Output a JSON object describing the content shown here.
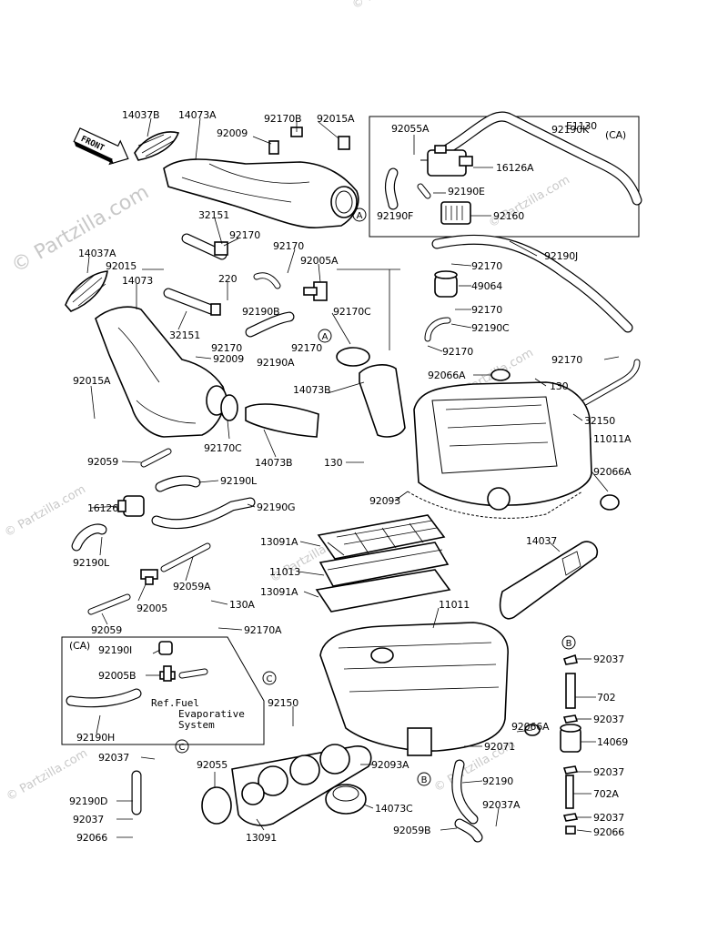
{
  "diagram_code": "E1130",
  "front_label": "FRONT",
  "watermarks": [
    {
      "text": "© Partzilla.com"
    },
    {
      "text": "© Partzilla.com"
    },
    {
      "text": "© Partzilla.com"
    },
    {
      "text": "© Partzilla.com"
    },
    {
      "text": "© Partzilla.com"
    },
    {
      "text": "© Partzilla.com"
    },
    {
      "text": "© Partzilla.com"
    },
    {
      "text": "© Partzilla.com"
    }
  ],
  "callouts": {
    "A": "A",
    "B": "B",
    "C": "C"
  },
  "inset_top": {
    "ca": "(CA)"
  },
  "inset_bottom": {
    "ca": "(CA)",
    "ref_line1": "Ref.Fuel",
    "ref_line2": "Evaporative",
    "ref_line3": "System"
  },
  "part_labels": [
    {
      "id": "p-14037B",
      "text": "14037B"
    },
    {
      "id": "p-14073A",
      "text": "14073A"
    },
    {
      "id": "p-92170B",
      "text": "92170B"
    },
    {
      "id": "p-92015A-top",
      "text": "92015A"
    },
    {
      "id": "p-92009-top",
      "text": "92009"
    },
    {
      "id": "p-E1130",
      "text": "E1130"
    },
    {
      "id": "p-92055A",
      "text": "92055A"
    },
    {
      "id": "p-92190K",
      "text": "92190K"
    },
    {
      "id": "p-16126A",
      "text": "16126A"
    },
    {
      "id": "p-92190E",
      "text": "92190E"
    },
    {
      "id": "p-92190F",
      "text": "92190F"
    },
    {
      "id": "p-92160",
      "text": "92160"
    },
    {
      "id": "p-32151-top",
      "text": "32151"
    },
    {
      "id": "p-92170-a",
      "text": "92170"
    },
    {
      "id": "p-92170-b",
      "text": "92170"
    },
    {
      "id": "p-92005A",
      "text": "92005A"
    },
    {
      "id": "p-14037A",
      "text": "14037A"
    },
    {
      "id": "p-92015",
      "text": "92015"
    },
    {
      "id": "p-14073",
      "text": "14073"
    },
    {
      "id": "p-220",
      "text": "220"
    },
    {
      "id": "p-92190B",
      "text": "92190B"
    },
    {
      "id": "p-32151",
      "text": "32151"
    },
    {
      "id": "p-92170-c",
      "text": "92170"
    },
    {
      "id": "p-92170-d",
      "text": "92170"
    },
    {
      "id": "p-92170C-top",
      "text": "92170C"
    },
    {
      "id": "p-92009",
      "text": "92009"
    },
    {
      "id": "p-92190A",
      "text": "92190A"
    },
    {
      "id": "p-92015A",
      "text": "92015A"
    },
    {
      "id": "p-92170C",
      "text": "92170C"
    },
    {
      "id": "p-14073B-top",
      "text": "14073B"
    },
    {
      "id": "p-14073B",
      "text": "14073B"
    },
    {
      "id": "p-92190J",
      "text": "92190J"
    },
    {
      "id": "p-92170-e",
      "text": "92170"
    },
    {
      "id": "p-49064",
      "text": "49064"
    },
    {
      "id": "p-92170-f",
      "text": "92170"
    },
    {
      "id": "p-92190C",
      "text": "92190C"
    },
    {
      "id": "p-92170-g",
      "text": "92170"
    },
    {
      "id": "p-92170-h",
      "text": "92170"
    },
    {
      "id": "p-92066A-top",
      "text": "92066A"
    },
    {
      "id": "p-130-top",
      "text": "130"
    },
    {
      "id": "p-32150",
      "text": "32150"
    },
    {
      "id": "p-11011A",
      "text": "11011A"
    },
    {
      "id": "p-130",
      "text": "130"
    },
    {
      "id": "p-92066A-right",
      "text": "92066A"
    },
    {
      "id": "p-92059",
      "text": "92059"
    },
    {
      "id": "p-92190L",
      "text": "92190L"
    },
    {
      "id": "p-16126",
      "text": "16126"
    },
    {
      "id": "p-92190G",
      "text": "92190G"
    },
    {
      "id": "p-92093",
      "text": "92093"
    },
    {
      "id": "p-13091A-top",
      "text": "13091A"
    },
    {
      "id": "p-92190L-b",
      "text": "92190L"
    },
    {
      "id": "p-11013",
      "text": "11013"
    },
    {
      "id": "p-14037",
      "text": "14037"
    },
    {
      "id": "p-92059A",
      "text": "92059A"
    },
    {
      "id": "p-13091A",
      "text": "13091A"
    },
    {
      "id": "p-92005",
      "text": "92005"
    },
    {
      "id": "p-130A",
      "text": "130A"
    },
    {
      "id": "p-92059-b",
      "text": "92059"
    },
    {
      "id": "p-92170A",
      "text": "92170A"
    },
    {
      "id": "p-11011",
      "text": "11011"
    },
    {
      "id": "p-92190I",
      "text": "92190I"
    },
    {
      "id": "p-92037-r1",
      "text": "92037"
    },
    {
      "id": "p-92005B",
      "text": "92005B"
    },
    {
      "id": "p-702",
      "text": "702"
    },
    {
      "id": "p-92150",
      "text": "92150"
    },
    {
      "id": "p-92066A-mid",
      "text": "92066A"
    },
    {
      "id": "p-92037-r2",
      "text": "92037"
    },
    {
      "id": "p-92190H",
      "text": "92190H"
    },
    {
      "id": "p-14069",
      "text": "14069"
    },
    {
      "id": "p-92071",
      "text": "92071"
    },
    {
      "id": "p-92037-l1",
      "text": "92037"
    },
    {
      "id": "p-92055",
      "text": "92055"
    },
    {
      "id": "p-92093A",
      "text": "92093A"
    },
    {
      "id": "p-92037-r3",
      "text": "92037"
    },
    {
      "id": "p-92190",
      "text": "92190"
    },
    {
      "id": "p-702A",
      "text": "702A"
    },
    {
      "id": "p-92190D",
      "text": "92190D"
    },
    {
      "id": "p-14073C",
      "text": "14073C"
    },
    {
      "id": "p-92037A",
      "text": "92037A"
    },
    {
      "id": "p-92037-l2",
      "text": "92037"
    },
    {
      "id": "p-92037-r4",
      "text": "92037"
    },
    {
      "id": "p-92059B",
      "text": "92059B"
    },
    {
      "id": "p-92066",
      "text": "92066"
    },
    {
      "id": "p-92066-r",
      "text": "92066"
    },
    {
      "id": "p-13091",
      "text": "13091"
    }
  ]
}
